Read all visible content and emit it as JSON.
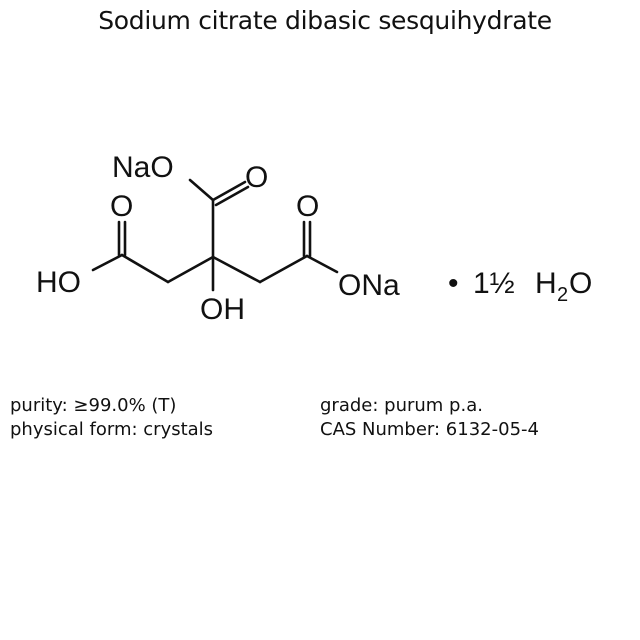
{
  "title": "Sodium citrate dibasic sesquihydrate",
  "structure": {
    "labels": {
      "nao": "NaO",
      "o_top_right": "O",
      "o_left": "O",
      "o_right": "O",
      "ho": "HO",
      "oh": "OH",
      "ona": "ONa",
      "hydrate_dot": "•",
      "hydrate_count": "1½",
      "water_h": "H",
      "water_sub": "2",
      "water_o": "O"
    }
  },
  "properties": {
    "left": [
      {
        "label": "purity",
        "value": "≥99.0% (T)",
        "text": "purity: ≥99.0% (T)"
      },
      {
        "label": "physical form",
        "value": "crystals",
        "text": "physical form: crystals"
      }
    ],
    "right": [
      {
        "label": "grade",
        "value": "purum p.a.",
        "text": "grade: purum p.a."
      },
      {
        "label": "CAS Number",
        "value": "6132-05-4",
        "text": "CAS Number: 6132-05-4"
      }
    ]
  }
}
